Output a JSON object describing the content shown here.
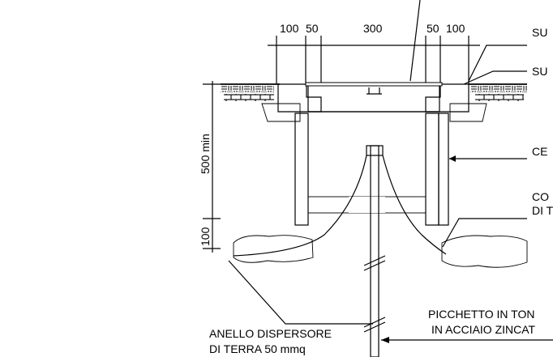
{
  "dimensions": {
    "top": [
      "100",
      "50",
      "300",
      "50",
      "100"
    ],
    "left": [
      "500 min",
      "100"
    ]
  },
  "labels": {
    "cut_1": "SU",
    "cut_2": "SU",
    "cut_3": "CE",
    "cut_4a": "CO",
    "cut_4b": "DI T",
    "rod_line1": "PICCHETTO IN TON",
    "rod_line2": "IN ACCIAIO ZINCAT",
    "ring_line1": "ANELLO DISPERSORE",
    "ring_line2": "DI TERRA 50 mmq"
  }
}
